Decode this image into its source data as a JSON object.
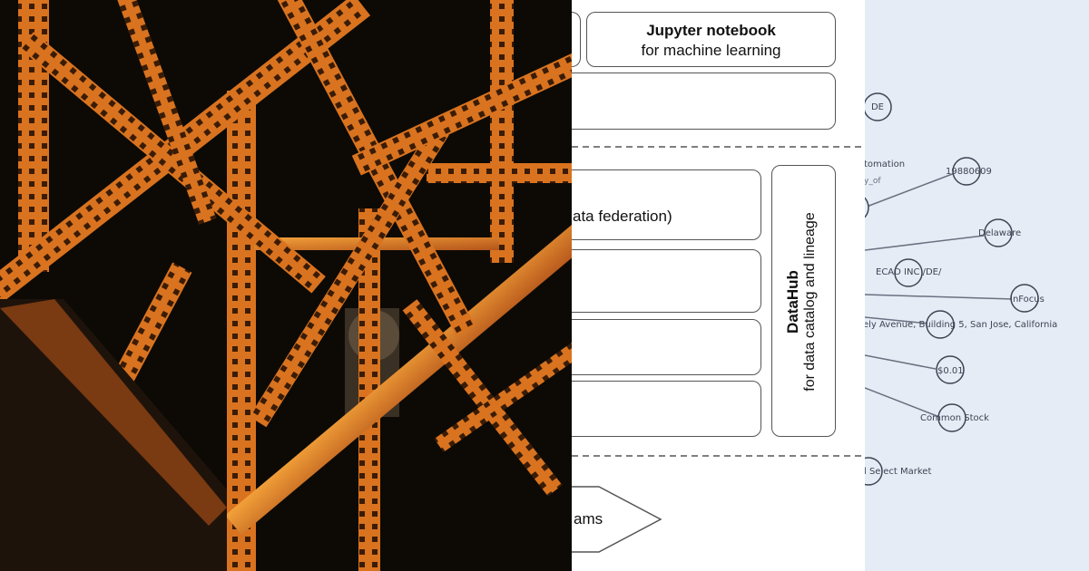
{
  "colors": {
    "photo_background": "#0d0a06",
    "steel": "#d9731f",
    "steel_highlight": "#f0a030",
    "diagram_background": "#ffffff",
    "diagram_border": "#555555",
    "graph_background": "#e6ecf5",
    "graph_edge": "#6a7080"
  },
  "photo": {
    "subject": "bridge-truss-photo"
  },
  "diagram": {
    "notebook_title": "Jupyter notebook",
    "notebook_subtitle": "for machine learning",
    "federation_text": "ata federation)",
    "datahub_title": "DataHub",
    "datahub_subtitle": "for data catalog and lineage",
    "streams_text": "ams"
  },
  "graph": {
    "nodes": [
      {
        "id": "de",
        "label": "DE"
      },
      {
        "id": "date",
        "label": "19880609"
      },
      {
        "id": "delaware",
        "label": "Delaware"
      },
      {
        "id": "ecad",
        "label": "ECAD INC /DE/"
      },
      {
        "id": "infocus",
        "label": "InFocus"
      },
      {
        "id": "address",
        "label": "ely Avenue, Building 5, San Jose, California"
      },
      {
        "id": "price",
        "label": "$0.01"
      },
      {
        "id": "stock",
        "label": "Common Stock"
      },
      {
        "id": "market",
        "label": "l Select Market"
      }
    ],
    "relations": [
      {
        "label": "tomation"
      },
      {
        "label": "y_of"
      }
    ]
  }
}
